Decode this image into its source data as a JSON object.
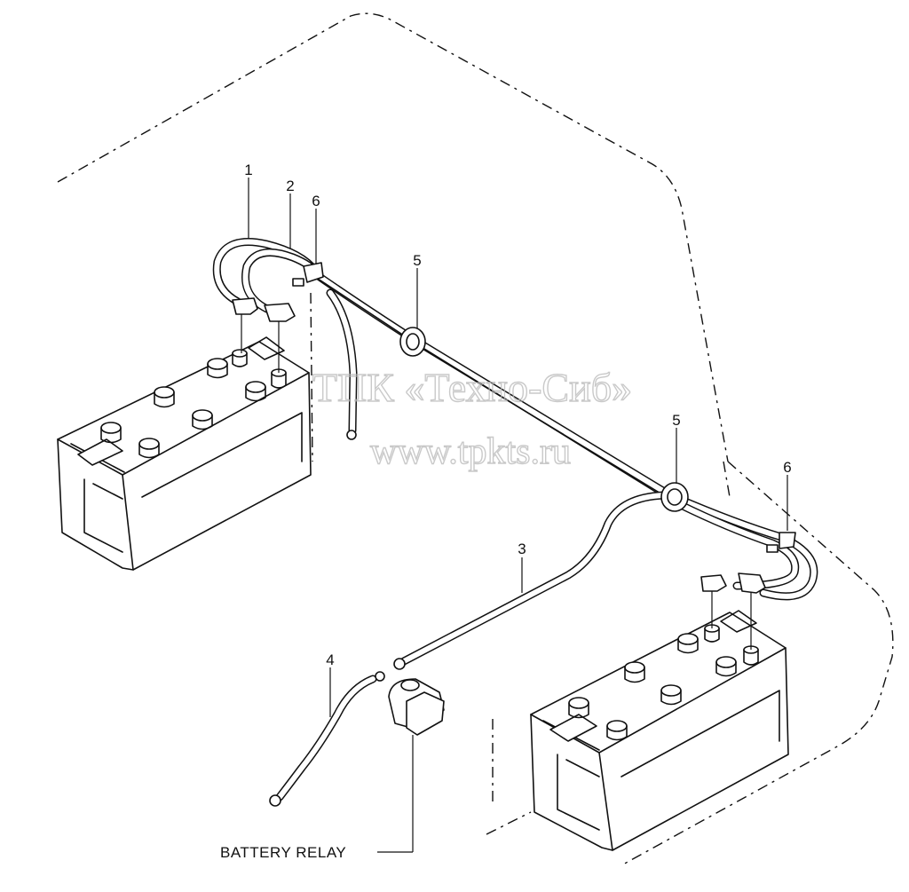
{
  "callouts": {
    "c1": "1",
    "c2": "2",
    "c6a": "6",
    "c5a": "5",
    "c5b": "5",
    "c6b": "6",
    "c3": "3",
    "c4": "4"
  },
  "relay_label": "BATTERY RELAY",
  "watermark": {
    "line1": "ТПК «Техно-Сиб»",
    "line2": "www.tpkts.ru"
  }
}
